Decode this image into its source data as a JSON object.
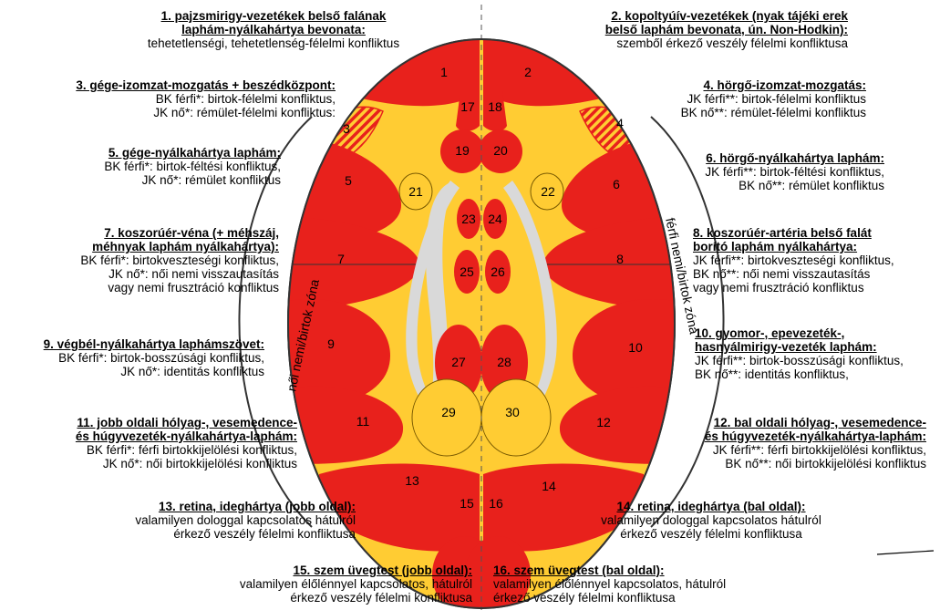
{
  "zones": {
    "female": "női nemi/birtok zóna",
    "male": "férfi nemi/birtok zóna"
  },
  "regions": [
    {
      "num": "1"
    },
    {
      "num": "2"
    },
    {
      "num": "3"
    },
    {
      "num": "4"
    },
    {
      "num": "5"
    },
    {
      "num": "6"
    },
    {
      "num": "7"
    },
    {
      "num": "8"
    },
    {
      "num": "9"
    },
    {
      "num": "10"
    },
    {
      "num": "11"
    },
    {
      "num": "12"
    },
    {
      "num": "13"
    },
    {
      "num": "14"
    },
    {
      "num": "15"
    },
    {
      "num": "16"
    },
    {
      "num": "17"
    },
    {
      "num": "18"
    },
    {
      "num": "19"
    },
    {
      "num": "20"
    },
    {
      "num": "21"
    },
    {
      "num": "22"
    },
    {
      "num": "23"
    },
    {
      "num": "24"
    },
    {
      "num": "25"
    },
    {
      "num": "26"
    },
    {
      "num": "27"
    },
    {
      "num": "28"
    },
    {
      "num": "29"
    },
    {
      "num": "30"
    }
  ],
  "labels": {
    "l1": {
      "t1": "1. pajzsmirigy-vezetékek belső falának",
      "t2": "laphám-nyálkahártya bevonata:",
      "d1": "tehetetlenségi, tehetetlenség-félelmi konfliktus"
    },
    "l2": {
      "t1": "2. kopoltyúív-vezetékek (nyak tájéki erek",
      "t2": "belső laphám bevonata, ún. Non-Hodkin):",
      "d1": "szemből érkező veszély félelmi konfliktusa"
    },
    "l3": {
      "t1": "3. gége-izomzat-mozgatás + beszédközpont:",
      "d1": "BK férfi*: birtok-félelmi konfliktus,",
      "d2": "JK nő*: rémület-félelmi konfliktus:"
    },
    "l4": {
      "t1": "4. hörgő-izomzat-mozgatás:",
      "d1": "JK férfi**: birtok-félelmi konfliktus",
      "d2": "BK nő**: rémület-félelmi konfliktus"
    },
    "l5": {
      "t1": "5. gége-nyálkahártya laphám:",
      "d1": "BK férfi*: birtok-féltési konfliktus,",
      "d2": "JK nő*: rémület konfliktus"
    },
    "l6": {
      "t1": "6. hörgő-nyálkahártya laphám:",
      "d1": "JK férfi**: birtok-féltési konfliktus,",
      "d2": "BK nő**: rémület konfliktus"
    },
    "l7": {
      "t1": "7. koszorúér-véna (+ méhszáj,",
      "t2": "méhnyak laphám nyálkahártya):",
      "d1": "BK férfi*: birtokveszteségi konfliktus,",
      "d2": "JK nő*: női nemi visszautasítás",
      "d3": "vagy nemi frusztráció konfliktus"
    },
    "l8": {
      "t1": "8. koszorúér-artéria belső falát",
      "t2": "borító laphám nyálkahártya:",
      "d1": "JK férfi**: birtokveszteségi konfliktus,",
      "d2": "BK nő**: női nemi visszautasítás",
      "d3": "vagy nemi frusztráció konfliktus"
    },
    "l9": {
      "t1": "9. végbél-nyálkahártya laphámszövet:",
      "d1": "BK férfi*: birtok-bosszúsági konfliktus,",
      "d2": "JK nő*: identitás konfliktus"
    },
    "l10": {
      "t1": "10. gyomor-, epevezeték-,",
      "t2": "hasnyálmirigy-vezeték laphám:",
      "d1": "JK férfi**: birtok-bosszúsági konfliktus,",
      "d2": "BK nő**: identitás konfliktus,"
    },
    "l11": {
      "t1": "11. jobb oldali hólyag-, vesemedence-",
      "t2": "és húgyvezeték-nyálkahártya-laphám:",
      "d1": "BK férfi*: férfi birtokkijelölési konfliktus,",
      "d2": "JK nő*: női birtokkijelölési konfliktus"
    },
    "l12": {
      "t1": "12. bal oldali hólyag-, vesemedence-",
      "t2": "és húgyvezeték-nyálkahártya-laphám:",
      "d1": "JK férfi**: férfi birtokkijelölési konfliktus,",
      "d2": "BK nő**: női birtokkijelölési konfliktus"
    },
    "l13": {
      "t1": "13. retina, ideghártya (jobb oldal):",
      "d1": "valamilyen dologgal kapcsolatos hátulról",
      "d2": "érkező veszély félelmi konfliktusa"
    },
    "l14": {
      "t1": "14. retina, ideghártya (bal oldal):",
      "d1": "valamilyen dologgal kapcsolatos hátulról",
      "d2": "érkező veszély félelmi konfliktusa"
    },
    "l15": {
      "t1": "15. szem üvegtest (jobb oldal):",
      "d1": "valamilyen élőlénnyel kapcsolatos, hátulról",
      "d2": "érkező veszély félelmi konfliktusa"
    },
    "l16": {
      "t1": "16. szem üvegtest (bal oldal):",
      "d1": "valamilyen élőlénnyel kapcsolatos, hátulról",
      "d2": "érkező veszély félelmi konfliktusa"
    }
  },
  "colors": {
    "yellow": "#FFCC33",
    "red": "#E8211C",
    "gray": "#D9D9D9",
    "outline": "#333333"
  }
}
